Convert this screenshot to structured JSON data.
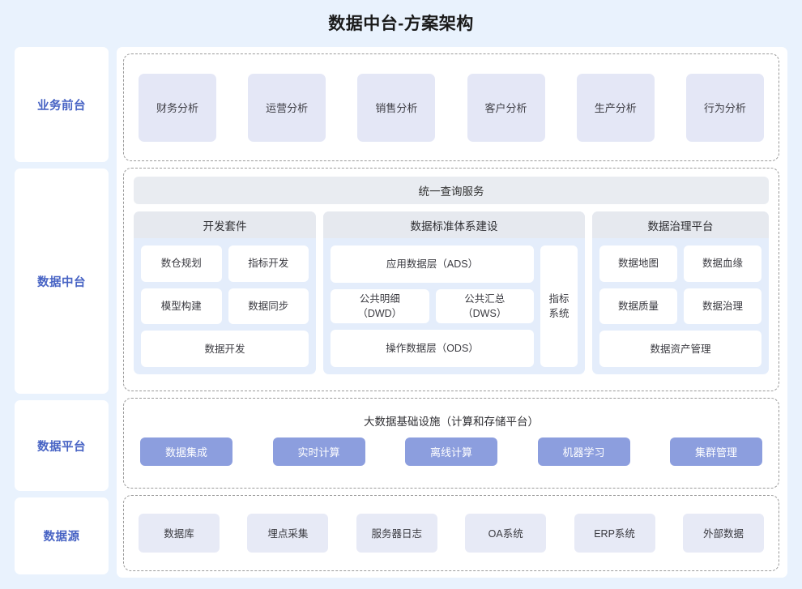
{
  "header": {
    "title": "数据中台-方案架构"
  },
  "colors": {
    "page_background": "#e9f2fd",
    "panel_background": "#ffffff",
    "rail_label": "#4763c4",
    "biz_card": "#e4e7f6",
    "panel_tint": "#e4edfb",
    "panel_head": "#e6e9ef",
    "query_bar": "#e9ecf1",
    "platform_button": "#8c9ede",
    "source_card": "#e7eaf6",
    "dashed_border": "#9a9a9a"
  },
  "rail": {
    "items": [
      {
        "label": "业务前台"
      },
      {
        "label": "数据中台"
      },
      {
        "label": "数据平台"
      },
      {
        "label": "数据源"
      }
    ]
  },
  "business_front": {
    "cards": [
      {
        "label": "财务分析"
      },
      {
        "label": "运营分析"
      },
      {
        "label": "销售分析"
      },
      {
        "label": "客户分析"
      },
      {
        "label": "生产分析"
      },
      {
        "label": "行为分析"
      }
    ]
  },
  "data_middle": {
    "query_service": "统一查询服务",
    "dev_kit": {
      "title": "开发套件",
      "row1": [
        {
          "label": "数仓规划"
        },
        {
          "label": "指标开发"
        }
      ],
      "row2": [
        {
          "label": "模型构建"
        },
        {
          "label": "数据同步"
        }
      ],
      "row3": [
        {
          "label": "数据开发"
        }
      ]
    },
    "standard_system": {
      "title": "数据标准体系建设",
      "ads": "应用数据层（ADS）",
      "dwd": "公共明细\n（DWD）",
      "dws": "公共汇总\n（DWS）",
      "ods": "操作数据层（ODS）",
      "metric_system": "指标\n系统"
    },
    "governance": {
      "title": "数据治理平台",
      "row1": [
        {
          "label": "数据地图"
        },
        {
          "label": "数据血缘"
        }
      ],
      "row2": [
        {
          "label": "数据质量"
        },
        {
          "label": "数据治理"
        }
      ],
      "row3": [
        {
          "label": "数据资产管理"
        }
      ]
    }
  },
  "data_platform": {
    "title": "大数据基础设施（计算和存储平台）",
    "buttons": [
      {
        "label": "数据集成"
      },
      {
        "label": "实时计算"
      },
      {
        "label": "离线计算"
      },
      {
        "label": "机器学习"
      },
      {
        "label": "集群管理"
      }
    ]
  },
  "data_sources": {
    "cards": [
      {
        "label": "数据库"
      },
      {
        "label": "埋点采集"
      },
      {
        "label": "服务器日志"
      },
      {
        "label": "OA系统"
      },
      {
        "label": "ERP系统"
      },
      {
        "label": "外部数据"
      }
    ]
  }
}
